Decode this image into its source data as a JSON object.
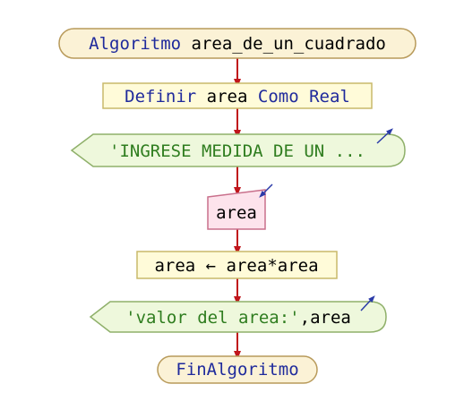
{
  "diagram": {
    "type": "flowchart",
    "colors": {
      "connector": "#c0151b",
      "io_arrow": "#2a3aa8",
      "keyword": "#1f2a9c",
      "string": "#2f7d1f",
      "variable": "#000000"
    },
    "nodes": [
      {
        "id": "start",
        "shape": "terminal",
        "parts": [
          {
            "text": "Algoritmo",
            "kind": "keyword"
          },
          {
            "text": " area_de_un_cuadrado",
            "kind": "variable"
          }
        ]
      },
      {
        "id": "define",
        "shape": "process",
        "parts": [
          {
            "text": "Definir",
            "kind": "keyword"
          },
          {
            "text": " area ",
            "kind": "variable"
          },
          {
            "text": "Como Real",
            "kind": "keyword"
          }
        ]
      },
      {
        "id": "write1",
        "shape": "output",
        "parts": [
          {
            "text": "'INGRESE MEDIDA DE UN ...",
            "kind": "string"
          }
        ]
      },
      {
        "id": "read",
        "shape": "input",
        "parts": [
          {
            "text": "area",
            "kind": "variable"
          }
        ]
      },
      {
        "id": "assign",
        "shape": "process",
        "parts": [
          {
            "text": "area ← area*area",
            "kind": "variable"
          }
        ]
      },
      {
        "id": "write2",
        "shape": "output",
        "parts": [
          {
            "text": "'valor del area:'",
            "kind": "string"
          },
          {
            "text": ",area",
            "kind": "variable"
          }
        ]
      },
      {
        "id": "end",
        "shape": "terminal",
        "parts": [
          {
            "text": "FinAlgoritmo",
            "kind": "keyword"
          }
        ]
      }
    ]
  }
}
